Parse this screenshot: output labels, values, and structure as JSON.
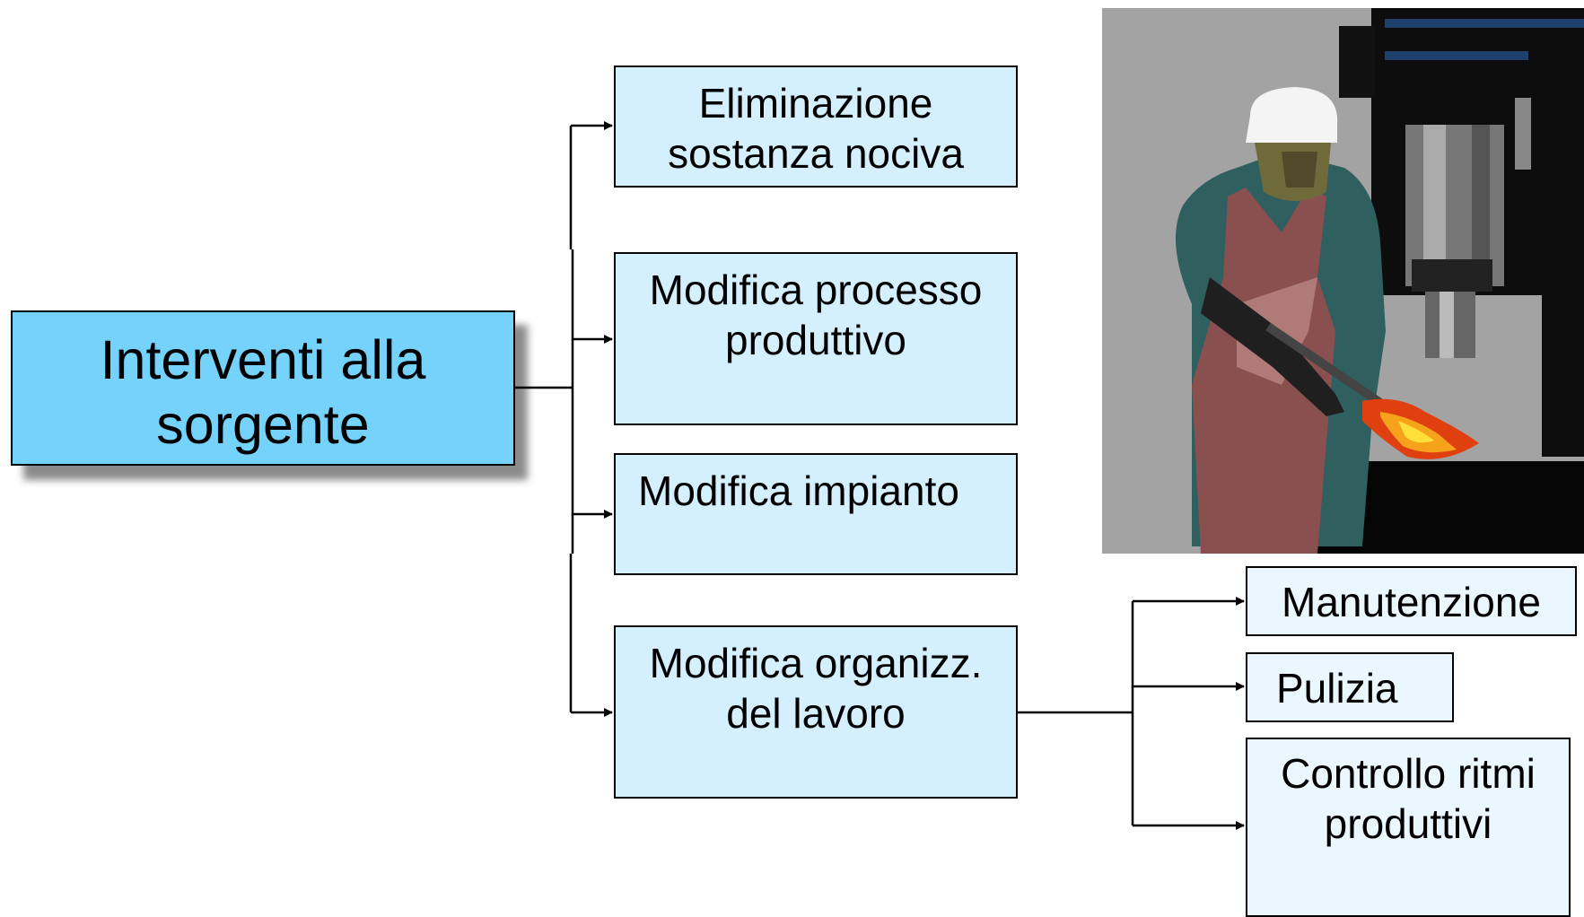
{
  "diagram": {
    "root": {
      "line1": "Interventi alla",
      "line2": "sorgente"
    },
    "branches": [
      {
        "line1": "Eliminazione",
        "line2": "sostanza nociva"
      },
      {
        "line1": "Modifica processo",
        "line2": "produttivo"
      },
      {
        "line1": "Modifica impianto"
      },
      {
        "line1": "Modifica organizz.",
        "line2": "del lavoro"
      }
    ],
    "sub_branches": [
      {
        "line1": "Manutenzione"
      },
      {
        "line1": "Pulizia"
      },
      {
        "line1": "Controllo ritmi",
        "line2": "produttivi"
      }
    ]
  },
  "illustration": {
    "subject": "worker-at-forge-clipart"
  }
}
